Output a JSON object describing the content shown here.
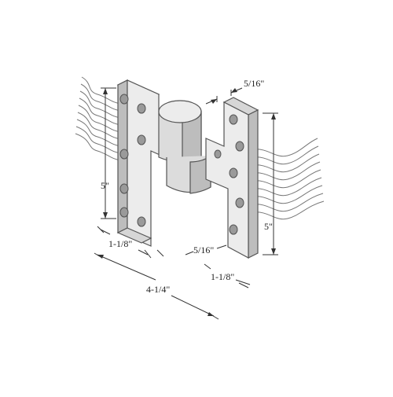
{
  "drawing": {
    "dims": {
      "top_gap": "5/16\"",
      "left_height": "5\"",
      "right_height": "5\"",
      "left_leaf_width": "1-1/8\"",
      "center_gap": "5/16\"",
      "right_leaf_width": "1-1/8\"",
      "overall_width": "4-1/4\""
    }
  },
  "colors": {
    "plate_face": "#ececec",
    "plate_side": "#bdbdbd",
    "plate_edge": "#d6d6d6",
    "outline": "#555555",
    "hole": "#9a9a9a",
    "wire": "#777777",
    "dim_line": "#333333"
  }
}
